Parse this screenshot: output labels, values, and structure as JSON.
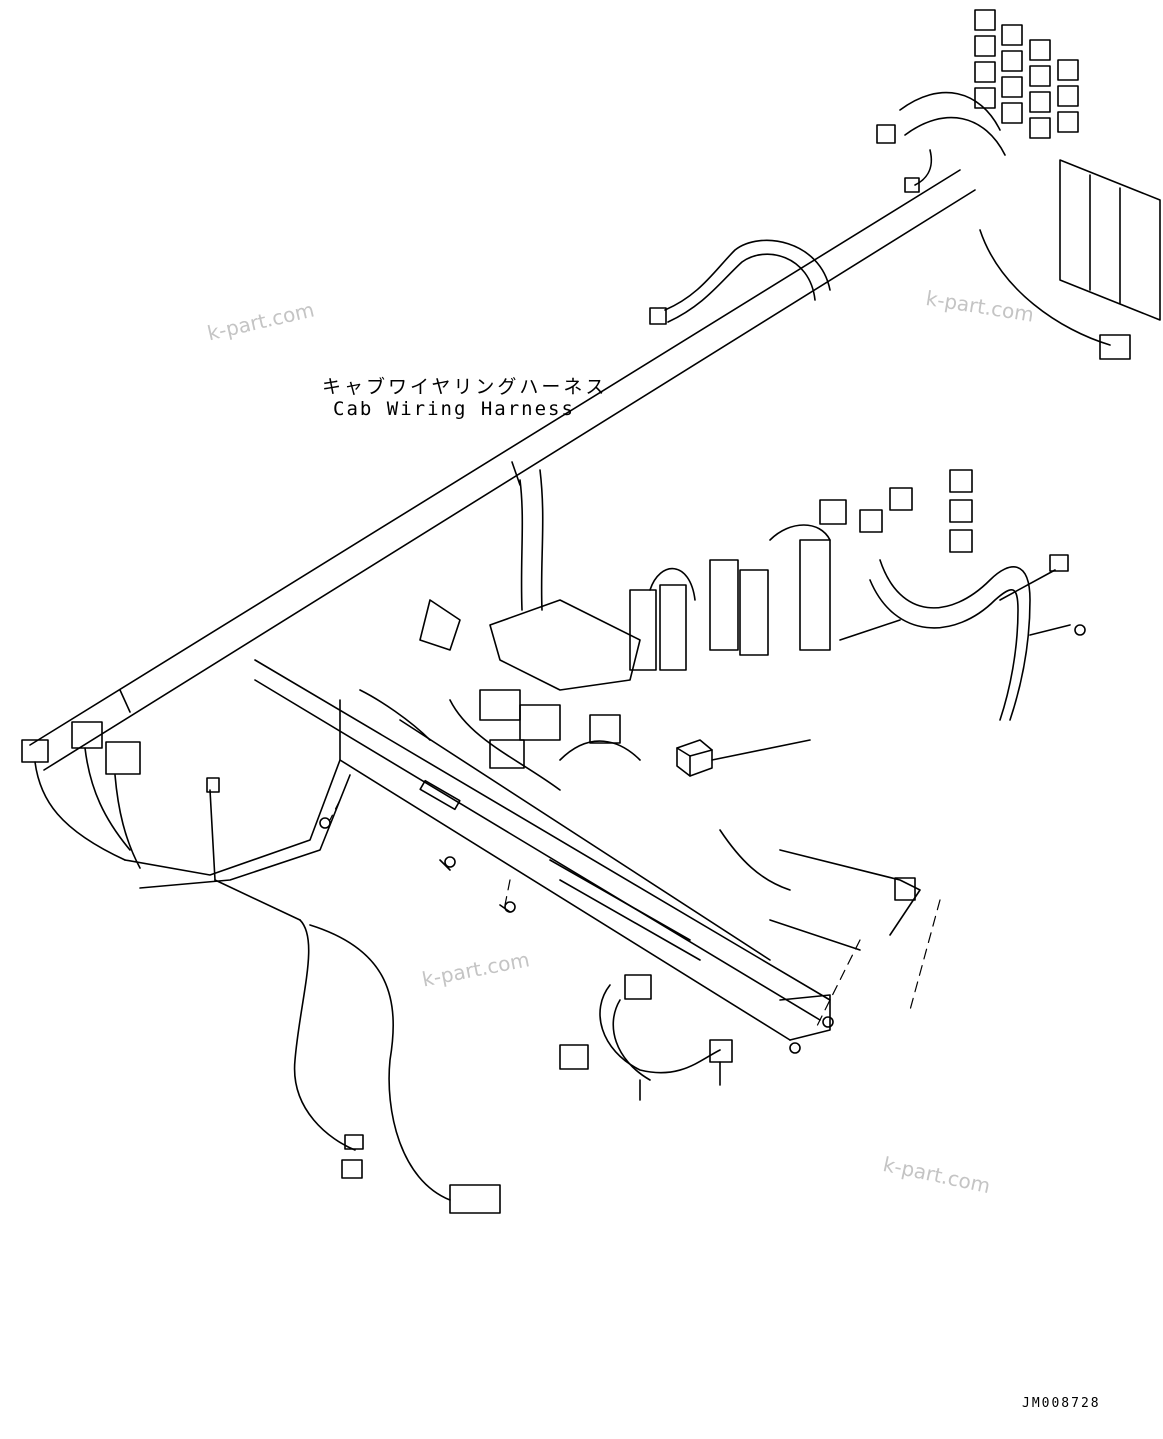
{
  "diagram": {
    "label_ja": "キャブワイヤリングハーネス",
    "label_en": "Cab Wiring Harness",
    "drawing_number": "JM008728"
  },
  "watermark": {
    "text": "k-part.com",
    "color": "#c4c4c4"
  },
  "colors": {
    "line": "#000000",
    "background": "#ffffff"
  }
}
